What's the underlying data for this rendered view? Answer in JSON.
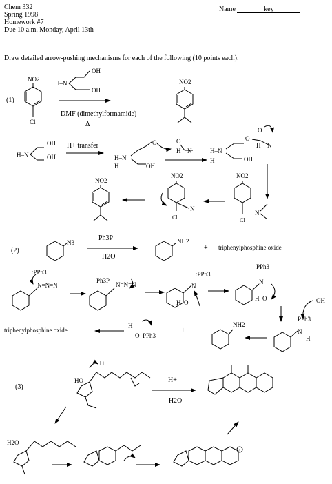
{
  "header": {
    "course": "Chem 332",
    "term": "Spring 1998",
    "homework": "Homework #7",
    "due": "Due 10 a.m. Monday, April 13th",
    "name_label": "Name",
    "name_value": "key"
  },
  "instructions": "Draw detailed arrow-pushing mechanisms for each of the following (10 points each):",
  "problem1": {
    "number": "(1)",
    "no2": "NO2",
    "cl": "Cl",
    "nh": "H–N",
    "oh": "OH",
    "solvent": "DMF (dimethylformamide)",
    "heat": "Δ",
    "proton_transfer": "H+ transfer",
    "n_label": "N",
    "o_label": "O",
    "h_label": "H"
  },
  "problem2": {
    "number": "(2)",
    "azide": "N3",
    "reagent": "Ph3P",
    "water": "H2O",
    "amine": "NH2",
    "plus": "+",
    "byproduct": "triphenylphosphine oxide",
    "pph3": ":PPh3",
    "ph3p": "Ph3P",
    "nnn": "N=N=N",
    "oh_anion": "OH",
    "hoh": "H–O",
    "o_pph3": "O–PPh3",
    "byproduct2": "triphenylphosphine oxide"
  },
  "problem3": {
    "number": "(3)",
    "hplus": "H+",
    "ho": "HO",
    "reagent": "H+",
    "minus_water": "- H2O",
    "h2o_plus": "H2O"
  }
}
